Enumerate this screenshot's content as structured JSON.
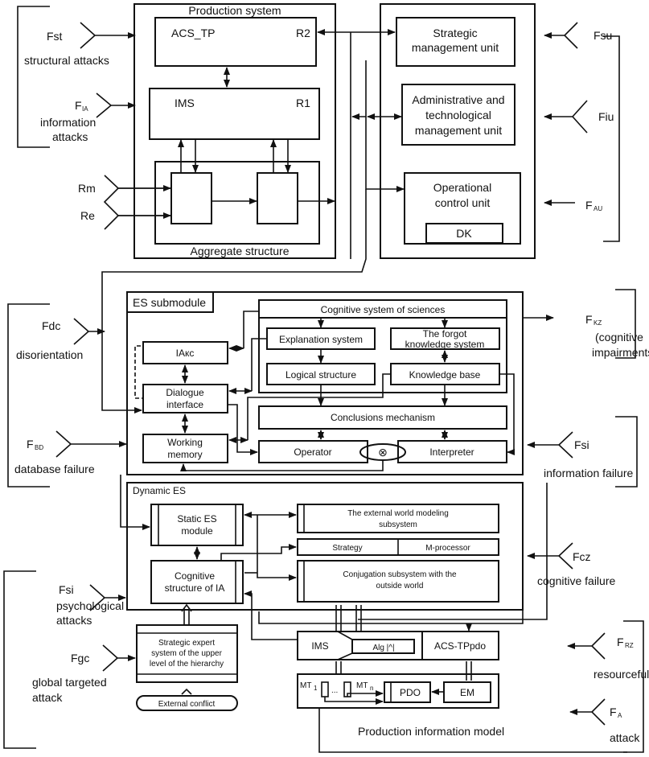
{
  "production_system": {
    "title": "Production system",
    "acs_tp": "ACS_TP",
    "r2": "R2",
    "ims": "IMS",
    "r1": "R1",
    "aggregate": "Aggregate structure",
    "rm": "Rm",
    "re": "Re"
  },
  "management": {
    "strategic": [
      "Strategic",
      "management unit"
    ],
    "administrative": [
      "Administrative and",
      "technological",
      "management unit"
    ],
    "operational": [
      "Operational",
      "control unit"
    ],
    "dk": "DK"
  },
  "forces_top": {
    "fst": "Fst",
    "fst_label": "structural attacks",
    "fia": "F",
    "fia_sub": "IA",
    "fia_label": [
      "information",
      "attacks"
    ],
    "fsu": "Fsu",
    "fiu": "Fiu",
    "fau": "F",
    "fau_sub": "AU"
  },
  "es_submodule": {
    "title": "ES submodule",
    "cognitive": "Cognitive system of sciences",
    "explanation": "Explanation system",
    "forgot": [
      "The  forgot",
      "knowledge system"
    ],
    "logical": "Logical structure",
    "knowledge": "Knowledge base",
    "iakc": "IAкс",
    "dialogue": [
      "Dialogue",
      "interface"
    ],
    "working": [
      "Working",
      "memory"
    ],
    "conclusions": "Conclusions mechanism",
    "operator": "Operator",
    "interpreter": "Interpreter",
    "combiner": "⊗"
  },
  "forces_mid": {
    "fdc": "Fdc",
    "fdc_label": "disorientation",
    "fbd": "F",
    "fbd_sub": "BD",
    "fbd_label": "database failure",
    "fkz": "F",
    "fkz_sub": "KZ",
    "fkz_label": [
      "(cognitive",
      "impairments)"
    ],
    "fsi": "Fsi",
    "fsi_label": "information failure"
  },
  "dynamic_es": {
    "title": "Dynamic ES",
    "static": [
      "Static ES",
      "module"
    ],
    "external": [
      "The external world modeling",
      "subsystem"
    ],
    "strategy": "Strategy",
    "mprocessor": "M-processor",
    "cognitive_ia": [
      "Cognitive",
      "structure of IA"
    ],
    "conjugation": [
      "Conjugation subsystem with the",
      "outside world"
    ]
  },
  "bottom": {
    "strategic_expert": [
      "Strategic expert",
      "system of the upper",
      "level of the hierarchy"
    ],
    "external_conflict": "External conflict",
    "ims": "IMS",
    "alg": "Alg |^|",
    "acs_tppdo": "ACS-TPpdo",
    "mt1": "MT",
    "mt1_sub": "1",
    "dots": "...",
    "mtn": "MT",
    "mtn_sub": "n",
    "pdo": "PDO",
    "em": "EM",
    "pim": "Production information model"
  },
  "forces_bottom": {
    "fsi": "Fsi",
    "fsi_label": [
      "psychological",
      "attacks"
    ],
    "fgc": "Fgc",
    "fgc_label": [
      "global targeted",
      "attack"
    ],
    "fcz": "Fcz",
    "fcz_label": "cognitive failure",
    "frz": "F",
    "frz_sub": "RZ",
    "frz_label": "resourceful",
    "fa": "F",
    "fa_sub": "A",
    "fa_label": "attack"
  }
}
